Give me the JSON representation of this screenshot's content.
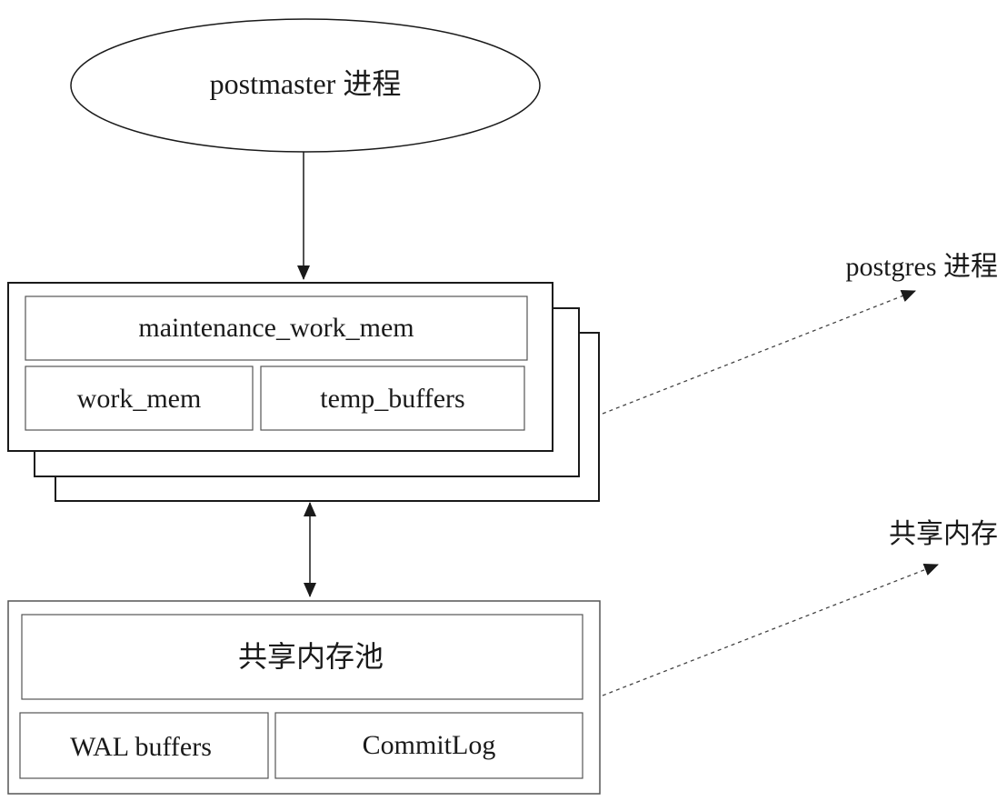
{
  "diagram": {
    "postmaster_node": {
      "label": "postmaster 进程"
    },
    "postgres_process": {
      "annotation": "postgres 进程",
      "maintenance_work_mem": "maintenance_work_mem",
      "work_mem": "work_mem",
      "temp_buffers": "temp_buffers"
    },
    "shared_memory": {
      "annotation": "共享内存",
      "pool": "共享内存池",
      "wal_buffers": "WAL buffers",
      "commit_log": "CommitLog"
    }
  }
}
